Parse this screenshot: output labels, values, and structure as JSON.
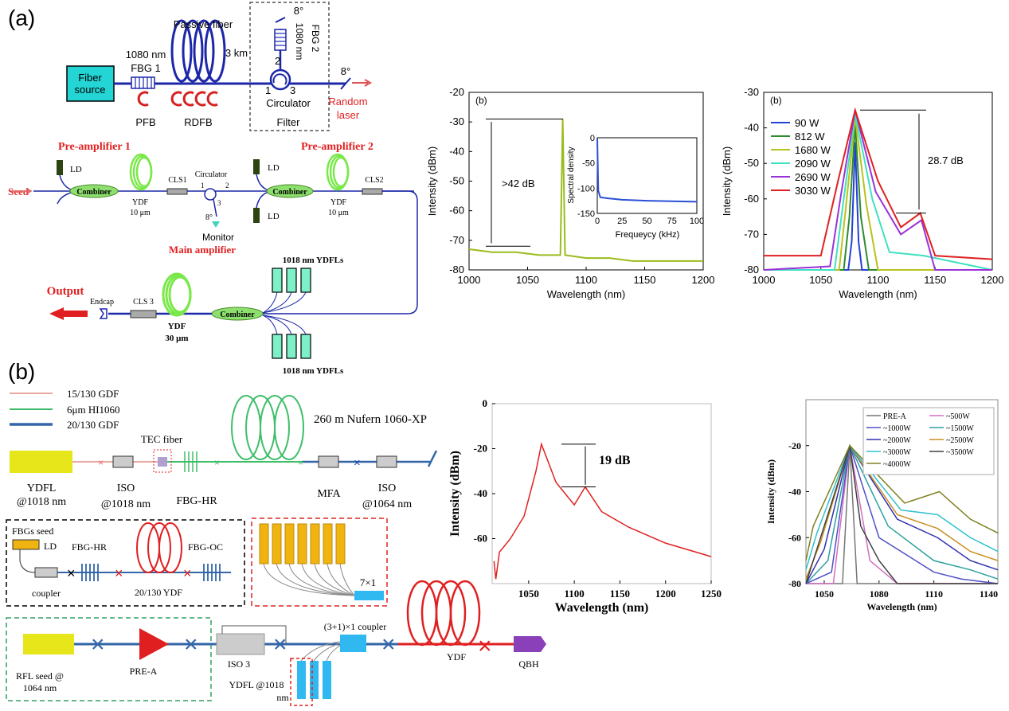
{
  "panel_a": {
    "label": "(a)",
    "top": {
      "fiber_source": [
        "Fiber",
        "source"
      ],
      "fbg1_wl": "1080 nm",
      "fbg1": "FBG 1",
      "passive_fiber": "Passive fiber",
      "fiber_len": "3 km",
      "pfb": "PFB",
      "rdfb": "RDFB",
      "fbg2": "FBG 2",
      "fbg2_wl": "1080 nm",
      "angle_top": "8°",
      "angle_out": "8°",
      "port1": "1",
      "port2": "2",
      "port3": "3",
      "circulator": "Circulator",
      "filter": "Filter",
      "random_laser": [
        "Random",
        "laser"
      ]
    },
    "mid": {
      "seed": "Seed",
      "pre_amp1": "Pre-amplifier 1",
      "pre_amp2": "Pre-amplifier 2",
      "ld1": "LD",
      "ld2": "LD",
      "ld3": "LD",
      "combiner1": "Combiner",
      "combiner2": "Combiner",
      "combiner3": "Combiner",
      "ydf1": [
        "YDF",
        "10 μm"
      ],
      "ydf2": [
        "YDF",
        "10 μm"
      ],
      "ydf3": [
        "YDF",
        "30 μm"
      ],
      "cls1": "CLS1",
      "cls2": "CLS2",
      "cls3": "CLS 3",
      "circulator": "Circulator",
      "p1": "1",
      "p2": "2",
      "p3": "3",
      "angle": "8°",
      "monitor": "Monitor",
      "main_amplifier": "Main amplifier",
      "ydfls_top": "1018 nm YDFLs",
      "ydfls_bottom": "1018 nm YDFLs",
      "output": "Output",
      "endcap": "Endcap"
    }
  },
  "panel_b": {
    "label": "(b)",
    "legend": [
      "15/130 GDF",
      "6μm HI1060",
      "20/130 GDF"
    ],
    "nufern": "260 m Nufern 1060-XP",
    "tec": "TEC fiber",
    "ydfl": [
      "YDFL",
      "@1018 nm"
    ],
    "iso1": [
      "ISO",
      "@1018 nm"
    ],
    "fbg_hr": "FBG-HR",
    "mfa": "MFA",
    "iso2": [
      "ISO",
      "@1064 nm"
    ],
    "box_fbgs_seed": "FBGs seed",
    "box_ld": "LD",
    "box_fbg_hr": "FBG-HR",
    "box_fbg_oc": "FBG-OC",
    "box_coupler": "coupler",
    "box_ydf": "20/130 YDF",
    "combiner_7x1": "7×1",
    "rfl_seed": [
      "RFL seed @",
      "1064 nm"
    ],
    "pre_a": "PRE-A",
    "iso3": "ISO 3",
    "coupler31": "(3+1)×1 coupler",
    "ydfl1018": [
      "YDFL @1018",
      "nm"
    ],
    "ydf": "YDF",
    "qbh": "QBH"
  },
  "chart_data": [
    {
      "type": "line",
      "panel_label": "(b)",
      "xlabel": "Wavelength (nm)",
      "ylabel": "Intensity (dBm)",
      "xlim": [
        1000,
        1200
      ],
      "ylim": [
        -80,
        -20
      ],
      "xticks": [
        1000,
        1050,
        1100,
        1150,
        1200
      ],
      "yticks": [
        -20,
        -30,
        -40,
        -50,
        -60,
        -70,
        -80
      ],
      "annotation": ">42 dB",
      "series": [
        {
          "color": "#9bbb1c",
          "x": [
            1000,
            1020,
            1040,
            1060,
            1078,
            1080,
            1082,
            1100,
            1120,
            1140,
            1160,
            1180,
            1200
          ],
          "y": [
            -73,
            -74,
            -74,
            -75,
            -75,
            -29,
            -75,
            -76,
            -76,
            -77,
            -77,
            -77,
            -77
          ]
        }
      ],
      "inset": {
        "xlabel": "Frequeycy (kHz)",
        "ylabel": "Spectral density",
        "xlim": [
          0,
          100
        ],
        "ylim": [
          -150,
          0
        ],
        "xticks": [
          0,
          25,
          50,
          75,
          100
        ],
        "yticks": [
          0,
          -50,
          -100,
          -150
        ],
        "series": [
          {
            "color": "#2a4fd6",
            "x": [
              0,
              1,
              3,
              10,
              25,
              50,
              75,
              100
            ],
            "y": [
              -2,
              -105,
              -118,
              -120,
              -123,
              -125,
              -126,
              -127
            ]
          }
        ]
      }
    },
    {
      "type": "line",
      "panel_label": "(b)",
      "xlabel": "Wavelength (nm)",
      "ylabel": "Intensity (dBm)",
      "xlim": [
        1000,
        1200
      ],
      "ylim": [
        -80,
        -30
      ],
      "xticks": [
        1000,
        1050,
        1100,
        1150,
        1200
      ],
      "yticks": [
        -30,
        -40,
        -50,
        -60,
        -70,
        -80
      ],
      "annotation": "28.7 dB",
      "series": [
        {
          "name": "90 W",
          "color": "#2540d8",
          "x": [
            1000,
            1074,
            1077,
            1080,
            1083,
            1086,
            1200
          ],
          "y": [
            -80,
            -80,
            -72,
            -44,
            -72,
            -80,
            -80
          ]
        },
        {
          "name": "812 W",
          "color": "#2e8b2e",
          "x": [
            1000,
            1070,
            1075,
            1080,
            1085,
            1092,
            1200
          ],
          "y": [
            -80,
            -80,
            -65,
            -39,
            -65,
            -80,
            -80
          ]
        },
        {
          "name": "1680 W",
          "color": "#b8c21e",
          "x": [
            1000,
            1066,
            1072,
            1080,
            1090,
            1100,
            1200
          ],
          "y": [
            -80,
            -80,
            -62,
            -37,
            -62,
            -80,
            -80
          ]
        },
        {
          "name": "2090 W",
          "color": "#3fe0c0",
          "x": [
            1000,
            1062,
            1070,
            1080,
            1095,
            1110,
            1140,
            1200
          ],
          "y": [
            -80,
            -80,
            -60,
            -36,
            -60,
            -75,
            -76,
            -80
          ]
        },
        {
          "name": "2690 W",
          "color": "#9a32d8",
          "x": [
            1000,
            1058,
            1068,
            1080,
            1098,
            1120,
            1138,
            1150,
            1200
          ],
          "y": [
            -80,
            -79,
            -58,
            -35,
            -58,
            -70,
            -66,
            -80,
            -80
          ]
        },
        {
          "name": "3030 W",
          "color": "#e02020",
          "x": [
            1000,
            1050,
            1065,
            1080,
            1100,
            1120,
            1137,
            1150,
            1200
          ],
          "y": [
            -76,
            -76,
            -55,
            -35,
            -55,
            -68,
            -64,
            -76,
            -77
          ]
        }
      ]
    },
    {
      "type": "line",
      "xlabel": "Wavelength (nm)",
      "ylabel": "Intensity (dBm)",
      "xlim": [
        1010,
        1250
      ],
      "ylim": [
        -80,
        0
      ],
      "xticks": [
        1050,
        1100,
        1150,
        1200,
        1250
      ],
      "yticks": [
        0,
        -20,
        -40,
        -60
      ],
      "annotation": "19 dB",
      "series": [
        {
          "color": "#e02020",
          "x": [
            1012,
            1014,
            1018,
            1030,
            1045,
            1058,
            1064,
            1080,
            1100,
            1112,
            1130,
            1160,
            1200,
            1250
          ],
          "y": [
            -70,
            -78,
            -66,
            -60,
            -50,
            -30,
            -18,
            -35,
            -45,
            -37,
            -48,
            -55,
            -62,
            -68
          ]
        }
      ]
    },
    {
      "type": "line",
      "xlabel": "Wavelength (nm)",
      "ylabel": "Intensity (dBm)",
      "xlim": [
        1040,
        1145
      ],
      "ylim": [
        -80,
        0
      ],
      "xticks": [
        1050,
        1080,
        1110,
        1140
      ],
      "yticks": [
        -20,
        -40,
        -60,
        -80
      ],
      "series": [
        {
          "name": "PRE-A",
          "color": "#777777",
          "x": [
            1040,
            1060,
            1064,
            1068,
            1080,
            1145
          ],
          "y": [
            -80,
            -80,
            -20,
            -80,
            -80,
            -80
          ]
        },
        {
          "name": "~500W",
          "color": "#d070c0",
          "x": [
            1040,
            1055,
            1064,
            1075,
            1090,
            1145
          ],
          "y": [
            -80,
            -80,
            -20,
            -70,
            -80,
            -80
          ]
        },
        {
          "name": "~1000W",
          "color": "#5050c8",
          "x": [
            1040,
            1054,
            1064,
            1080,
            1110,
            1125,
            1145
          ],
          "y": [
            -80,
            -75,
            -20,
            -60,
            -75,
            -78,
            -80
          ]
        },
        {
          "name": "~1500W",
          "color": "#2da0a0",
          "x": [
            1040,
            1052,
            1064,
            1085,
            1110,
            1130,
            1145
          ],
          "y": [
            -80,
            -70,
            -20,
            -55,
            -70,
            -74,
            -78
          ]
        },
        {
          "name": "~2000W",
          "color": "#3030b0",
          "x": [
            1040,
            1050,
            1064,
            1090,
            1112,
            1130,
            1145
          ],
          "y": [
            -80,
            -65,
            -20,
            -52,
            -60,
            -70,
            -74
          ]
        },
        {
          "name": "~2500W",
          "color": "#c89020",
          "x": [
            1040,
            1048,
            1064,
            1090,
            1112,
            1130,
            1145
          ],
          "y": [
            -78,
            -62,
            -20,
            -50,
            -56,
            -66,
            -70
          ]
        },
        {
          "name": "~3000W",
          "color": "#30c0d0",
          "x": [
            1040,
            1046,
            1064,
            1092,
            1112,
            1130,
            1145
          ],
          "y": [
            -74,
            -58,
            -20,
            -48,
            -50,
            -60,
            -66
          ]
        },
        {
          "name": "~3500W",
          "color": "#404040",
          "x": [
            1040,
            1064,
            1070,
            1080,
            1090,
            1145
          ],
          "y": [
            -80,
            -20,
            -55,
            -70,
            -80,
            -80
          ]
        },
        {
          "name": "~4000W",
          "color": "#808020",
          "x": [
            1040,
            1044,
            1064,
            1094,
            1113,
            1130,
            1145
          ],
          "y": [
            -70,
            -55,
            -20,
            -45,
            -40,
            -52,
            -58
          ]
        }
      ]
    }
  ]
}
